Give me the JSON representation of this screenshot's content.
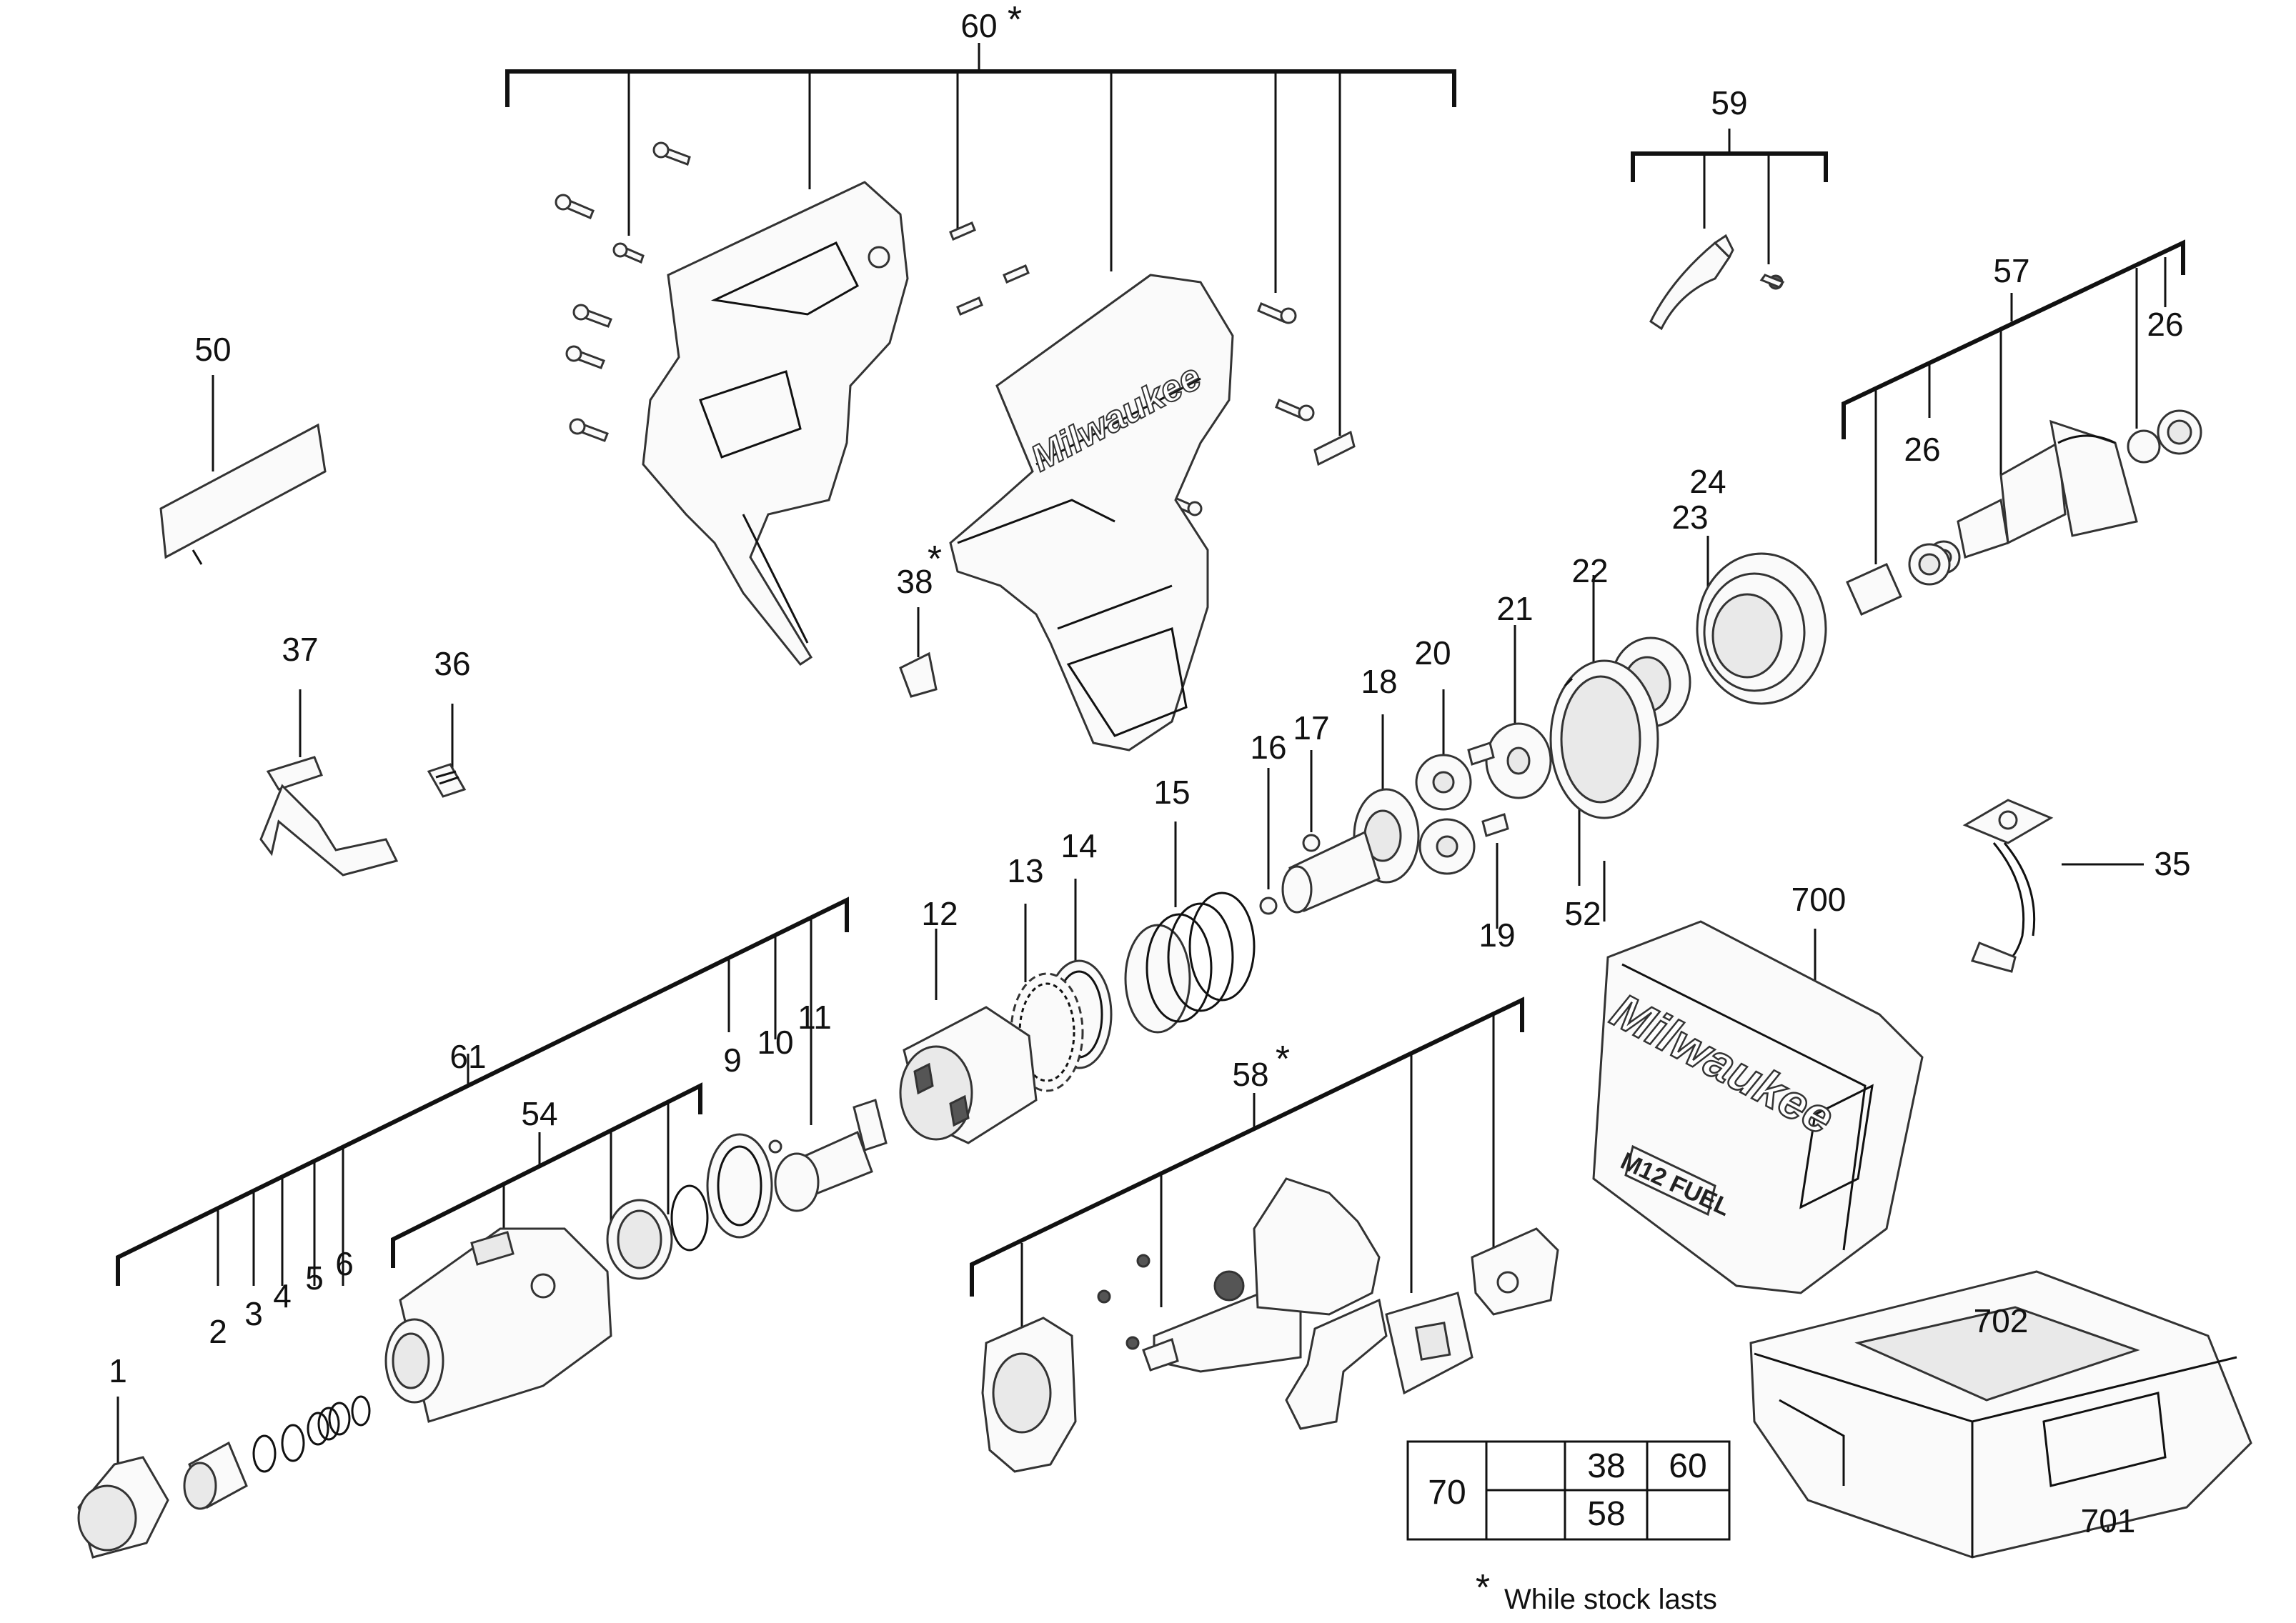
{
  "parts": {
    "p1": "1",
    "p2": "2",
    "p3": "3",
    "p4": "4",
    "p5": "5",
    "p6": "6",
    "p9": "9",
    "p10": "10",
    "p11": "11",
    "p12": "12",
    "p13": "13",
    "p14": "14",
    "p15": "15",
    "p16": "16",
    "p17": "17",
    "p18": "18",
    "p19": "19",
    "p20": "20",
    "p21": "21",
    "p22": "22",
    "p23": "23",
    "p24": "24",
    "p26a": "26",
    "p26b": "26",
    "p35": "35",
    "p36": "36",
    "p37": "37",
    "p38": "38",
    "p50": "50",
    "p52": "52",
    "p54": "54",
    "p57": "57",
    "p58": "58",
    "p59": "59",
    "p60": "60",
    "p61": "61",
    "p700": "700",
    "p701": "701",
    "p702": "702"
  },
  "star_mark": "*",
  "kit_table": {
    "main": "70",
    "c1": "38",
    "c2": "60",
    "c3": "58"
  },
  "footnote": {
    "mark": "*",
    "text": "While stock lasts"
  },
  "case_branding": {
    "brand": "Milwaukee",
    "badge": "M12 FUEL"
  }
}
